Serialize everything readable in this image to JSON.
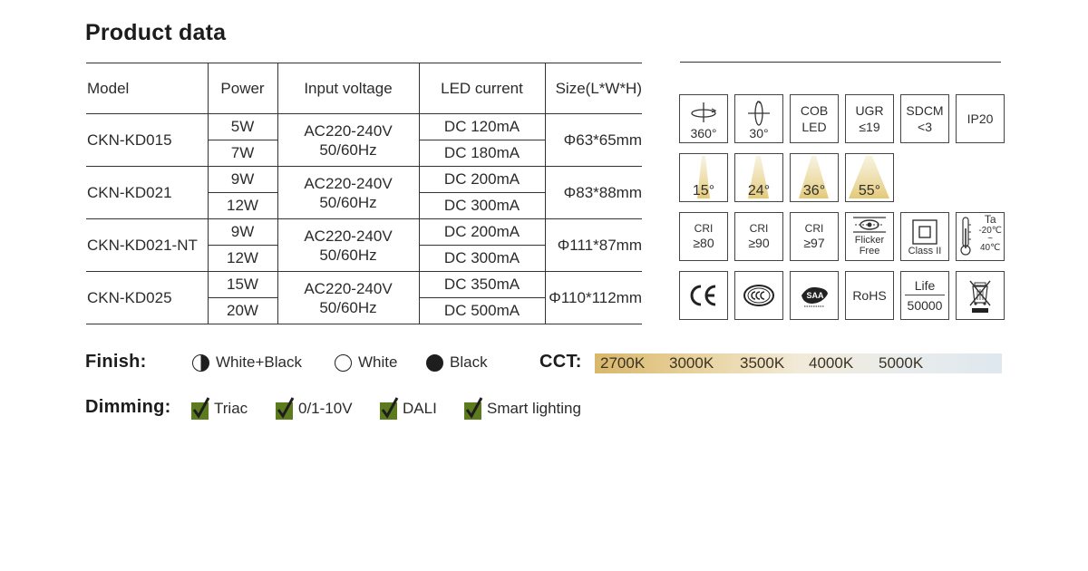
{
  "title": "Product data",
  "table": {
    "headers": [
      "Model",
      "Power",
      "Input voltage",
      "LED current",
      "Size(L*W*H)"
    ],
    "rows": [
      {
        "model": "CKN-KD015",
        "powers": [
          "5W",
          "7W"
        ],
        "voltage_line1": "AC220-240V",
        "voltage_line2": "50/60Hz",
        "currents": [
          "DC 120mA",
          "DC 180mA"
        ],
        "size": "Φ63*65mm"
      },
      {
        "model": "CKN-KD021",
        "powers": [
          "9W",
          "12W"
        ],
        "voltage_line1": "AC220-240V",
        "voltage_line2": "50/60Hz",
        "currents": [
          "DC 200mA",
          "DC 300mA"
        ],
        "size": "Φ83*88mm"
      },
      {
        "model": "CKN-KD021-NT",
        "powers": [
          "9W",
          "12W"
        ],
        "voltage_line1": "AC220-240V",
        "voltage_line2": "50/60Hz",
        "currents": [
          "DC 200mA",
          "DC 300mA"
        ],
        "size": "Φ111*87mm"
      },
      {
        "model": "CKN-KD025",
        "powers": [
          "15W",
          "20W"
        ],
        "voltage_line1": "AC220-240V",
        "voltage_line2": "50/60Hz",
        "currents": [
          "DC 350mA",
          "DC 500mA"
        ],
        "size": "Φ110*112mm"
      }
    ]
  },
  "badges": {
    "rotate_h": {
      "label": "360°",
      "icon": "horizontal-rotation-icon"
    },
    "rotate_v": {
      "label": "30°",
      "icon": "vertical-tilt-icon"
    },
    "cob": {
      "line1": "COB",
      "line2": "LED"
    },
    "ugr": {
      "line1": "UGR",
      "line2": "≤19"
    },
    "sdcm": {
      "line1": "SDCM",
      "line2": "<3"
    },
    "ip": {
      "label": "IP20"
    },
    "beams": [
      "15°",
      "24°",
      "36°",
      "55°"
    ],
    "cri": [
      {
        "line1": "CRI",
        "line2": "≥80"
      },
      {
        "line1": "CRI",
        "line2": "≥90"
      },
      {
        "line1": "CRI",
        "line2": "≥97"
      }
    ],
    "flicker": {
      "line1": "Flicker",
      "line2": "Free",
      "icon": "flicker-free-icon"
    },
    "class2": {
      "label": "Class II",
      "icon": "double-square-icon"
    },
    "ta": {
      "line1": "Ta",
      "line2": "-20℃",
      "line3": "~",
      "line4": "40℃",
      "icon": "thermometer-icon"
    },
    "ce": {
      "icon": "ce-mark-icon"
    },
    "ccc": {
      "icon": "ccc-mark-icon"
    },
    "saa": {
      "icon": "saa-mark-icon"
    },
    "rohs": {
      "label": "RoHS"
    },
    "life": {
      "line1": "Life",
      "line2": "50000"
    },
    "weee": {
      "icon": "crossed-bin-icon"
    }
  },
  "finish": {
    "label": "Finish:",
    "options": [
      {
        "label": "White+Black",
        "icon": "half-circle-icon"
      },
      {
        "label": "White",
        "icon": "white-circle-icon"
      },
      {
        "label": "Black",
        "icon": "black-circle-icon"
      }
    ]
  },
  "cct": {
    "label": "CCT:",
    "stops": [
      "2700K",
      "3000K",
      "3500K",
      "4000K",
      "5000K"
    ],
    "colors": [
      "#d9b76a",
      "#e8d29d",
      "#f2ead8",
      "#e9ecec",
      "#dfe8ef"
    ]
  },
  "dimming": {
    "label": "Dimming:",
    "options": [
      "Triac",
      "0/1-10V",
      "DALI",
      "Smart lighting"
    ],
    "check_color": "#5c7a1e"
  }
}
